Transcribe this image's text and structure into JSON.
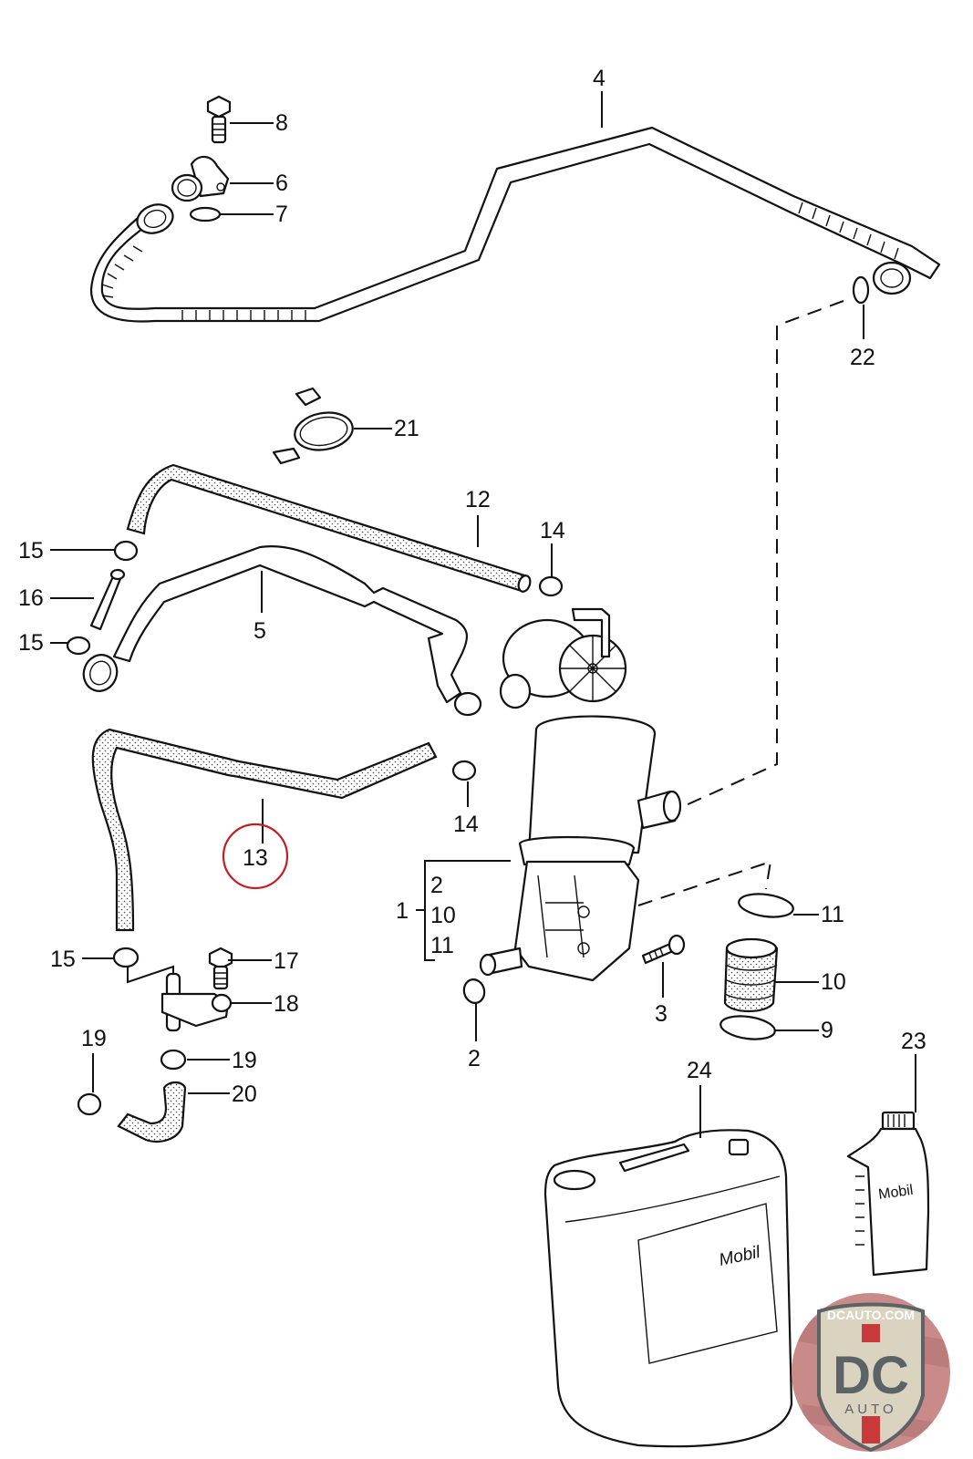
{
  "diagram": {
    "title": "Crankcase ventilation / oil separator exploded parts diagram",
    "callouts": [
      {
        "id": "c1",
        "label": "1"
      },
      {
        "id": "c1-sub",
        "label": "2",
        "group": "1"
      },
      {
        "id": "c1-sub",
        "label": "10",
        "group": "1"
      },
      {
        "id": "c1-sub",
        "label": "11",
        "group": "1"
      },
      {
        "id": "c2",
        "label": "2"
      },
      {
        "id": "c3",
        "label": "3"
      },
      {
        "id": "c4",
        "label": "4"
      },
      {
        "id": "c5",
        "label": "5"
      },
      {
        "id": "c6",
        "label": "6"
      },
      {
        "id": "c7",
        "label": "7"
      },
      {
        "id": "c8",
        "label": "8"
      },
      {
        "id": "c9",
        "label": "9"
      },
      {
        "id": "c10",
        "label": "10"
      },
      {
        "id": "c11",
        "label": "11"
      },
      {
        "id": "c12",
        "label": "12"
      },
      {
        "id": "c13",
        "label": "13",
        "highlighted": true
      },
      {
        "id": "c14a",
        "label": "14"
      },
      {
        "id": "c14b",
        "label": "14"
      },
      {
        "id": "c15a",
        "label": "15"
      },
      {
        "id": "c15b",
        "label": "15"
      },
      {
        "id": "c15c",
        "label": "15"
      },
      {
        "id": "c16",
        "label": "16"
      },
      {
        "id": "c17",
        "label": "17"
      },
      {
        "id": "c18",
        "label": "18"
      },
      {
        "id": "c19a",
        "label": "19"
      },
      {
        "id": "c19b",
        "label": "19"
      },
      {
        "id": "c20",
        "label": "20"
      },
      {
        "id": "c21",
        "label": "21"
      },
      {
        "id": "c22",
        "label": "22"
      },
      {
        "id": "c23",
        "label": "23"
      },
      {
        "id": "c24",
        "label": "24"
      }
    ],
    "labels": {
      "l1": "1",
      "l1_2": "2",
      "l1_10": "10",
      "l1_11": "11",
      "l2": "2",
      "l3": "3",
      "l4": "4",
      "l5": "5",
      "l6": "6",
      "l7": "7",
      "l8": "8",
      "l9": "9",
      "l10": "10",
      "l11": "11",
      "l12": "12",
      "l13": "13",
      "l14a": "14",
      "l14b": "14",
      "l15a": "15",
      "l15b": "15",
      "l15c": "15",
      "l16": "16",
      "l17": "17",
      "l18": "18",
      "l19a": "19",
      "l19b": "19",
      "l20": "20",
      "l21": "21",
      "l22": "22",
      "l23": "23",
      "l24": "24"
    },
    "highlight": {
      "part": "13",
      "color": "#c21d24"
    },
    "product_text": {
      "canister_brand": "Mobil",
      "bottle_brand": "Mobil"
    }
  },
  "watermark": {
    "site": "DCAUTO.COM",
    "initials": "DC",
    "sub": "AUTO",
    "colors": {
      "badge_bg": "#c98a8a",
      "shield": "#d9d3c0",
      "letters": "#5d6266",
      "stripe": "#c8393a"
    }
  }
}
